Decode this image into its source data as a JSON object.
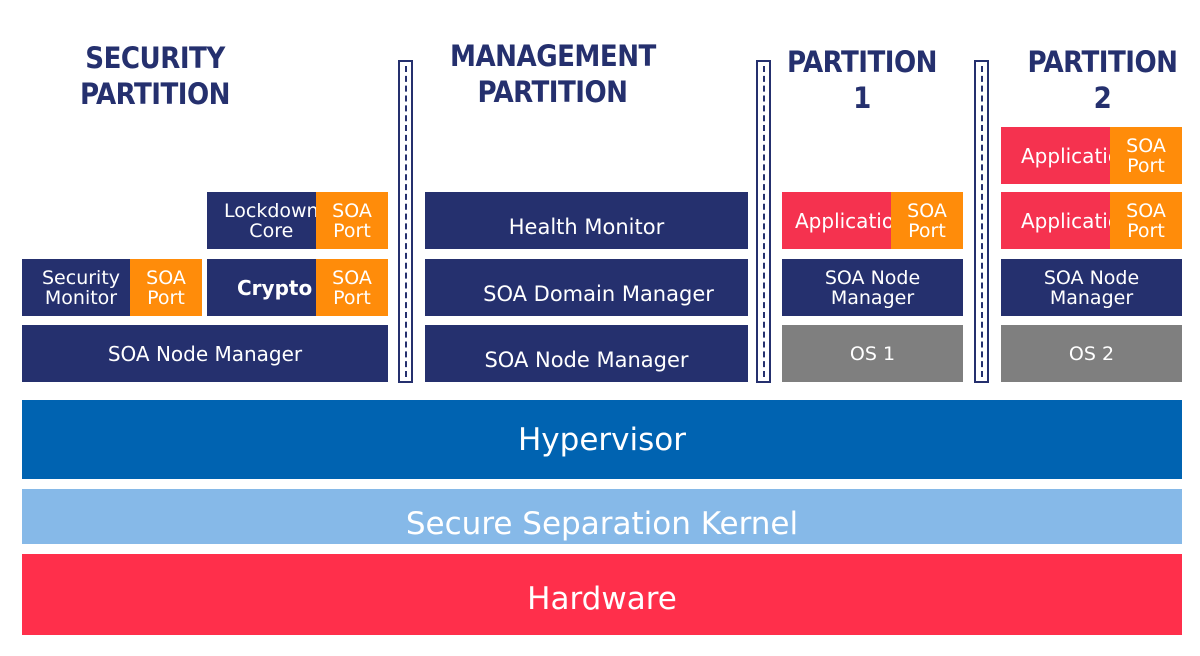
{
  "headings": {
    "security": [
      "SECURITY",
      "PARTITION"
    ],
    "management": [
      "MANAGEMENT",
      "PARTITION"
    ],
    "partition1": "PARTITION 1",
    "partition2": "PARTITION 2"
  },
  "security_partition": {
    "lockdown_core": [
      "Lockdown",
      "Core"
    ],
    "security_monitor": [
      "Security",
      "Monitor"
    ],
    "crypto": "Crypto",
    "node_manager": "SOA Node Manager"
  },
  "soa_port": [
    "SOA",
    "Port"
  ],
  "management_partition": {
    "health_monitor": "Health Monitor",
    "domain_manager": "SOA Domain Manager",
    "node_manager": "SOA Node Manager"
  },
  "partition1": {
    "application": "Application",
    "node_manager": [
      "SOA Node",
      "Manager"
    ],
    "os": "OS 1"
  },
  "partition2": {
    "application_top": "Application",
    "application": "Application",
    "node_manager": [
      "SOA Node",
      "Manager"
    ],
    "os": "OS 2"
  },
  "layers": {
    "hypervisor": "Hypervisor",
    "kernel": "Secure Separation Kernel",
    "hardware": "Hardware"
  },
  "colors": {
    "navy": "#25306e",
    "gray": "#7f7f7f",
    "application": "#f5324f",
    "soa_port": "#ff8c0a",
    "hypervisor": "#0063b1",
    "kernel": "#86b9e8",
    "hardware": "#ff2f4b"
  }
}
